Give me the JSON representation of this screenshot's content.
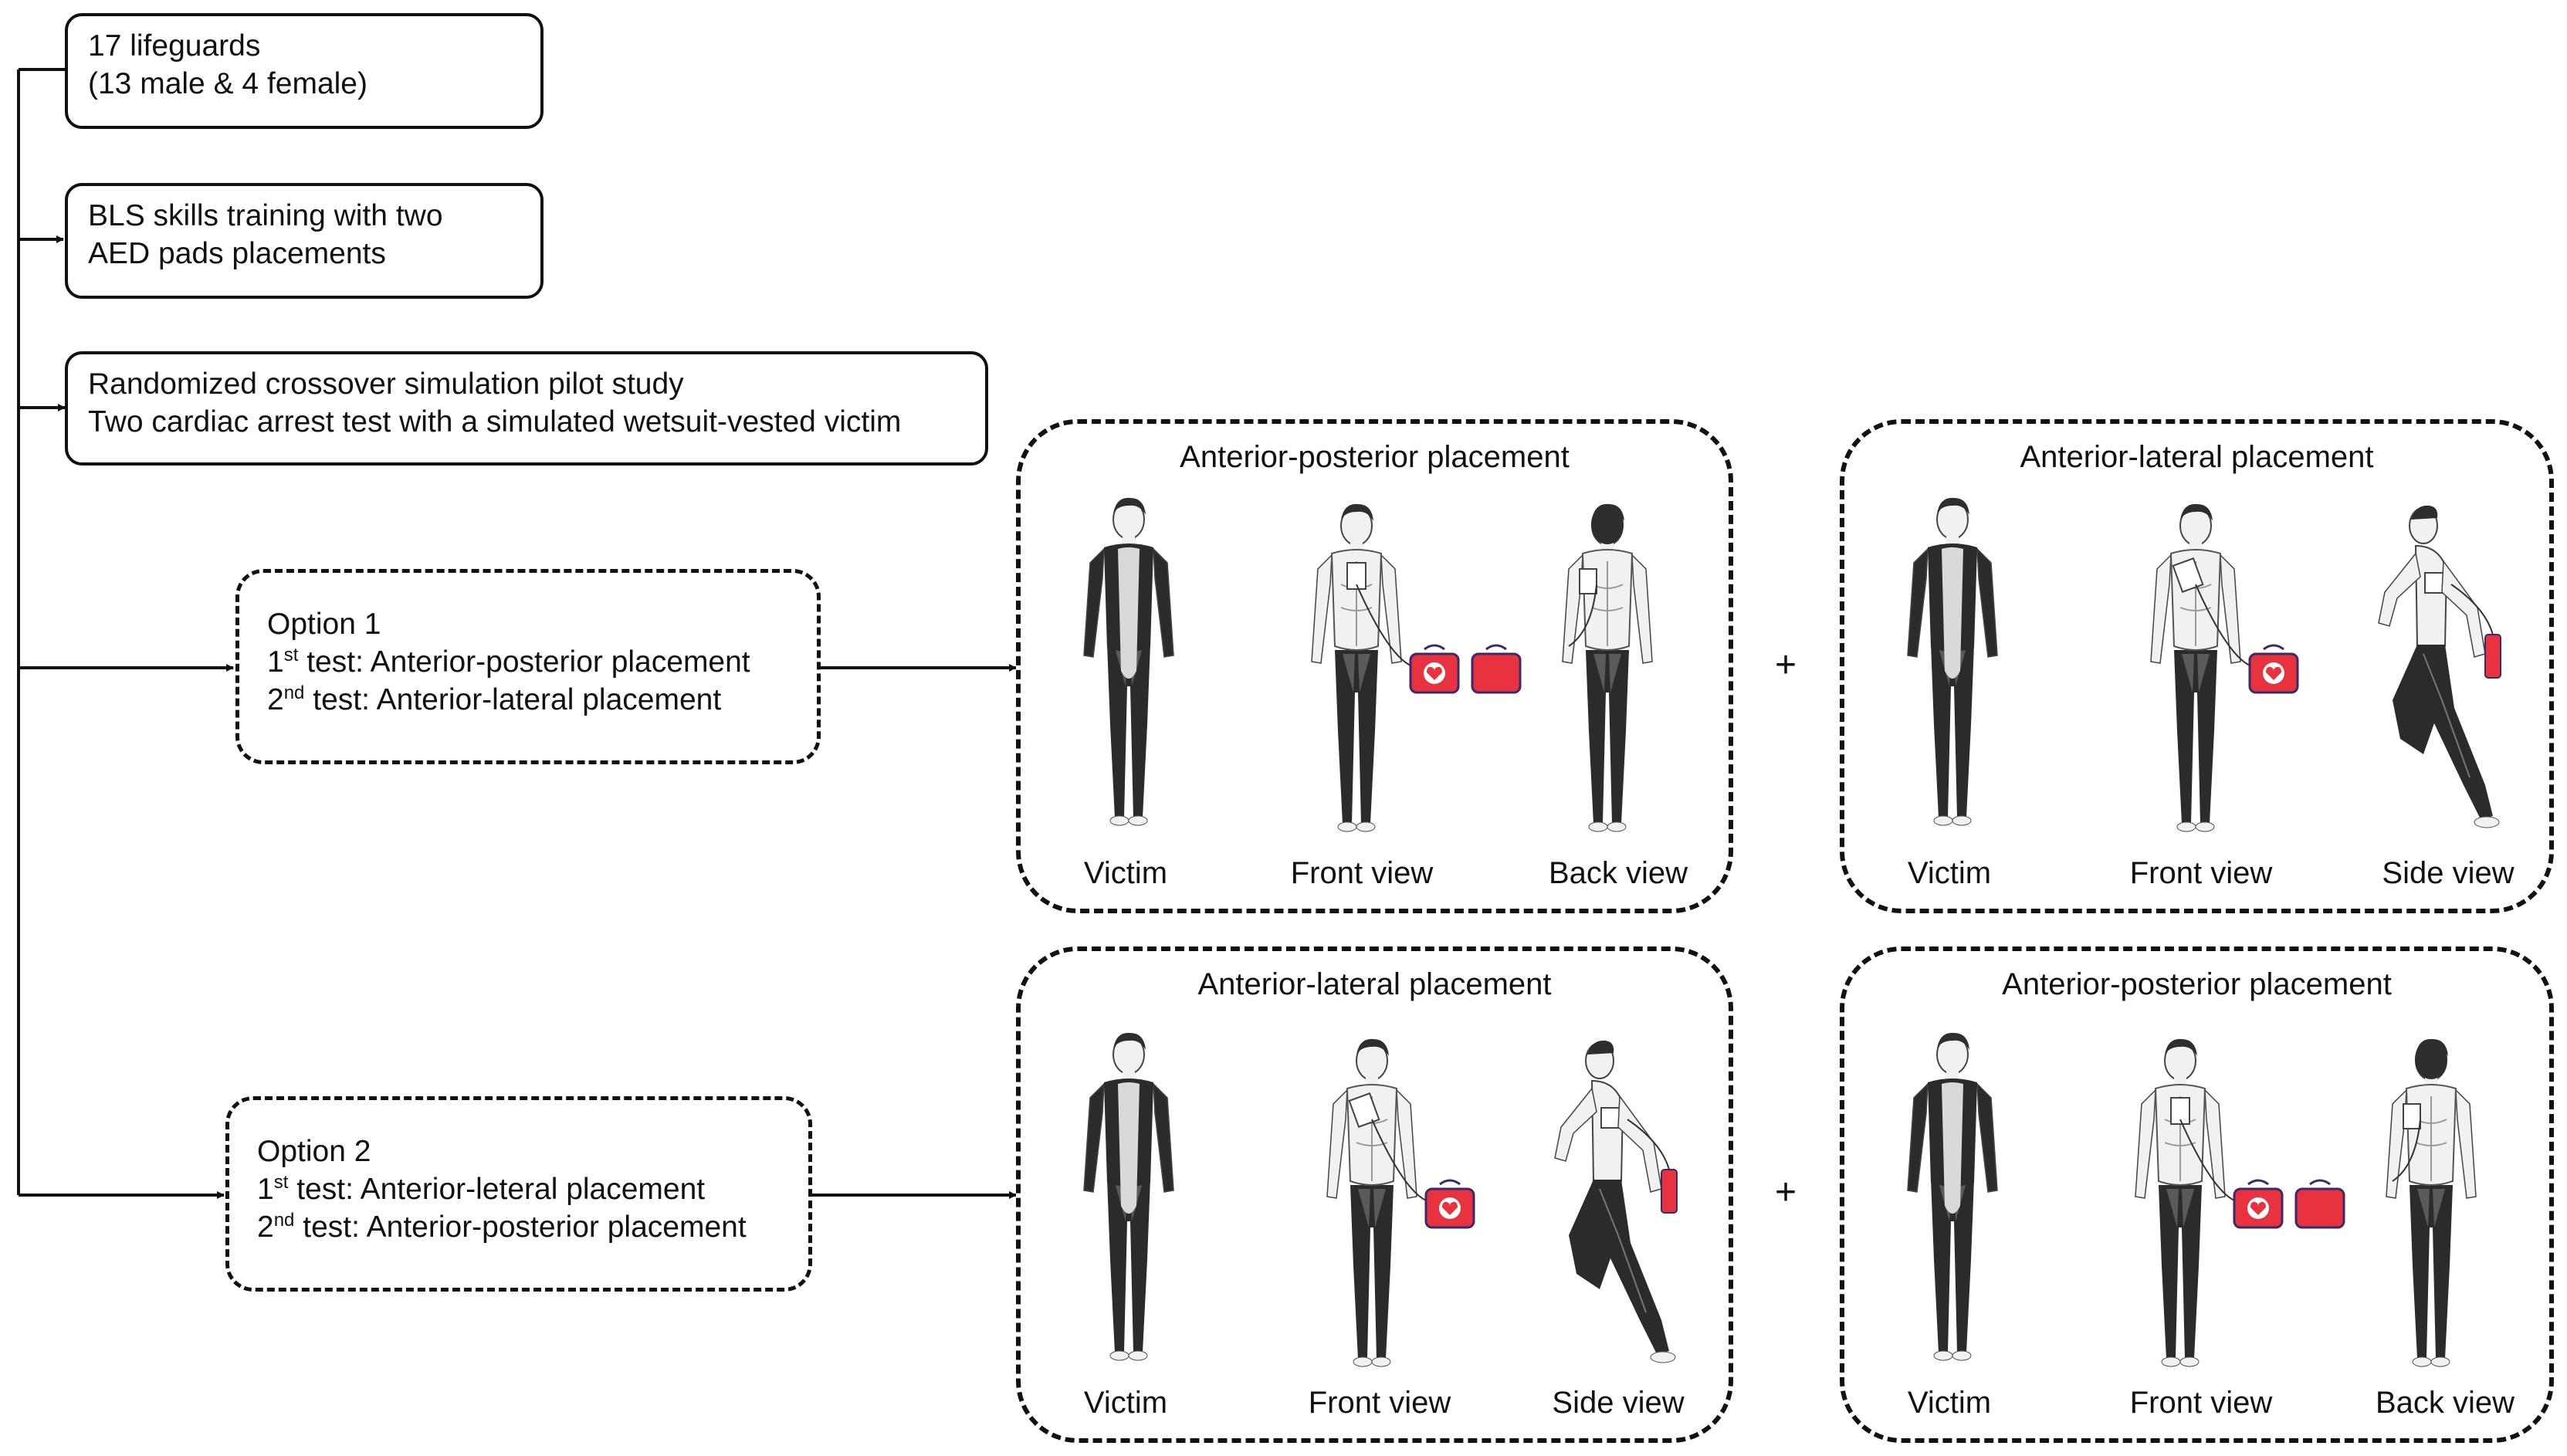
{
  "boxes": {
    "participants": [
      "17 lifeguards",
      "(13 male & 4 female)"
    ],
    "training": [
      "BLS skills training with two",
      "AED pads placements"
    ],
    "study": [
      "Randomized crossover simulation pilot study",
      "Two cardiac arrest test with a simulated wetsuit-vested victim"
    ]
  },
  "options": [
    {
      "title": "Option 1",
      "test1_ord": "1",
      "test1_sup": "st",
      "test1_text": " test: Anterior-posterior placement",
      "test2_ord": "2",
      "test2_sup": "nd",
      "test2_text": " test: Anterior-lateral placement"
    },
    {
      "title": "Option 2",
      "test1_ord": "1",
      "test1_sup": "st",
      "test1_text": " test: Anterior-leteral placement",
      "test2_ord": "2",
      "test2_sup": "nd",
      "test2_text": " test: Anterior-posterior placement"
    }
  ],
  "panels": [
    {
      "title": "Anterior-posterior placement",
      "captions": [
        "Victim",
        "Front view",
        "Back view"
      ]
    },
    {
      "title": "Anterior-lateral placement",
      "captions": [
        "Victim",
        "Front view",
        "Side view"
      ]
    },
    {
      "title": "Anterior-lateral placement",
      "captions": [
        "Victim",
        "Front view",
        "Side view"
      ]
    },
    {
      "title": "Anterior-posterior placement",
      "captions": [
        "Victim",
        "Front view",
        "Back view"
      ]
    }
  ],
  "plus_sign": "+",
  "colors": {
    "wetsuit": "#2b2b2b",
    "wetsuit_panel": "#d9d9d9",
    "skin": "#f1f1f1",
    "aed": "#e8323f",
    "aed_outline": "#3a2a6a",
    "line": "#111111"
  }
}
